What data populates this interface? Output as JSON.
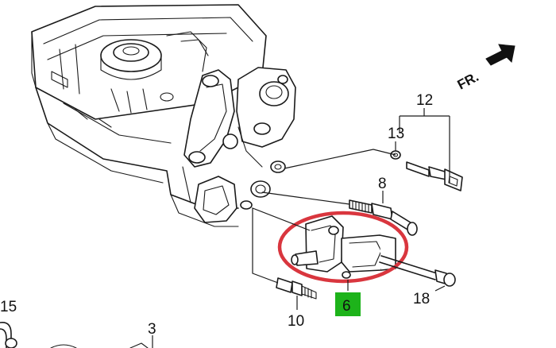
{
  "direction_label": "FR.",
  "callouts": {
    "p3": "3",
    "p6": "6",
    "p8": "8",
    "p10": "10",
    "p12": "12",
    "p13": "13",
    "p15": "15",
    "p18": "18"
  },
  "colors": {
    "highlight_box": "#1db31a",
    "highlight_ring": "#d9363e",
    "ink": "#1a1a1a"
  }
}
